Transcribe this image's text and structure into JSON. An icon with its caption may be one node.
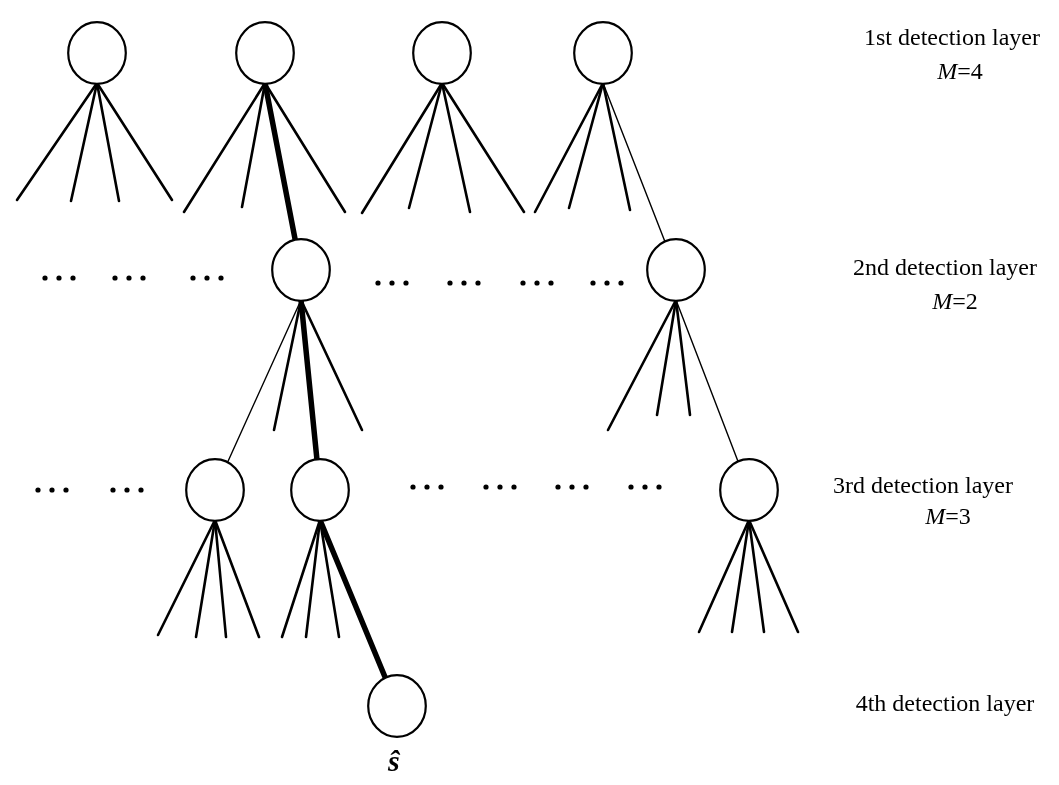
{
  "diagram": {
    "nodes": [
      {
        "text": [],
        "shape": "circle"
      },
      {
        "text": [],
        "shape": "circle"
      },
      {
        "text": [],
        "shape": "circle"
      },
      {
        "text": [],
        "shape": "circle"
      },
      {
        "text": [],
        "shape": "circle"
      },
      {
        "text": [],
        "shape": "circle"
      },
      {
        "text": [],
        "shape": "circle"
      },
      {
        "text": [],
        "shape": "circle"
      },
      {
        "text": [],
        "shape": "circle"
      },
      {
        "text": [],
        "shape": "circle",
        "beside": [
          "ŝ"
        ]
      }
    ],
    "edges": [
      {
        "from": 0,
        "to": null,
        "arrow": "none"
      },
      {
        "from": 0,
        "to": null,
        "arrow": "none"
      },
      {
        "from": 0,
        "to": null,
        "arrow": "none"
      },
      {
        "from": 0,
        "to": null,
        "arrow": "none"
      },
      {
        "from": 1,
        "to": null,
        "arrow": "none"
      },
      {
        "from": 1,
        "to": null,
        "arrow": "none"
      },
      {
        "from": 1,
        "to": 4,
        "arrow": "none",
        "style": "thick"
      },
      {
        "from": 1,
        "to": null,
        "arrow": "none"
      },
      {
        "from": 2,
        "to": null,
        "arrow": "none"
      },
      {
        "from": 2,
        "to": null,
        "arrow": "none"
      },
      {
        "from": 2,
        "to": null,
        "arrow": "none"
      },
      {
        "from": 2,
        "to": null,
        "arrow": "none"
      },
      {
        "from": 3,
        "to": null,
        "arrow": "none"
      },
      {
        "from": 3,
        "to": null,
        "arrow": "none"
      },
      {
        "from": 3,
        "to": null,
        "arrow": "none"
      },
      {
        "from": 3,
        "to": 5,
        "arrow": "none"
      },
      {
        "from": 4,
        "to": 6,
        "arrow": "none"
      },
      {
        "from": 4,
        "to": null,
        "arrow": "none"
      },
      {
        "from": 4,
        "to": 7,
        "arrow": "none",
        "style": "thick"
      },
      {
        "from": 4,
        "to": null,
        "arrow": "none"
      },
      {
        "from": 5,
        "to": null,
        "arrow": "none"
      },
      {
        "from": 5,
        "to": null,
        "arrow": "none"
      },
      {
        "from": 5,
        "to": null,
        "arrow": "none"
      },
      {
        "from": 5,
        "to": 8,
        "arrow": "none"
      },
      {
        "from": 6,
        "to": null,
        "arrow": "none"
      },
      {
        "from": 6,
        "to": null,
        "arrow": "none"
      },
      {
        "from": 6,
        "to": null,
        "arrow": "none"
      },
      {
        "from": 6,
        "to": null,
        "arrow": "none"
      },
      {
        "from": 7,
        "to": null,
        "arrow": "none"
      },
      {
        "from": 7,
        "to": null,
        "arrow": "none"
      },
      {
        "from": 7,
        "to": null,
        "arrow": "none"
      },
      {
        "from": 7,
        "to": 9,
        "arrow": "none",
        "style": "thick"
      },
      {
        "from": 8,
        "to": null,
        "arrow": "none"
      },
      {
        "from": 8,
        "to": null,
        "arrow": "none"
      },
      {
        "from": 8,
        "to": null,
        "arrow": "none"
      },
      {
        "from": 8,
        "to": null,
        "arrow": "none"
      }
    ],
    "labels": [
      "1st detection layer",
      "*M*=4",
      "2nd detection layer",
      "*M*=2",
      "3rd detection layer",
      "*M*=3",
      "4th detection layer"
    ]
  }
}
